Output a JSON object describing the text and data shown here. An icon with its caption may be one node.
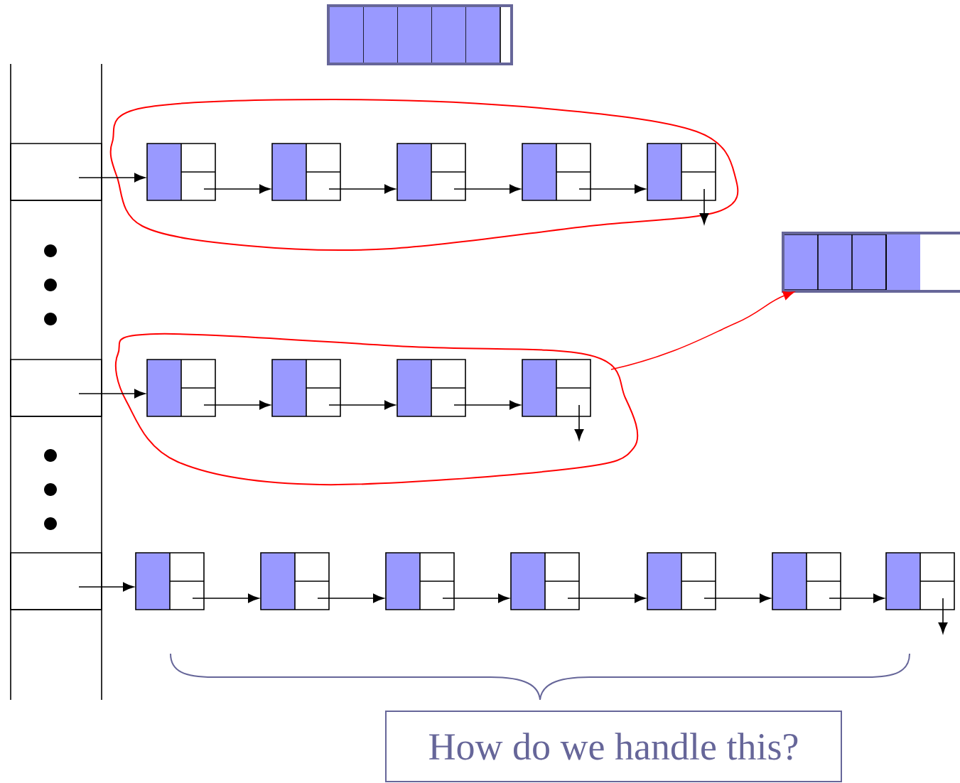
{
  "diagram": {
    "nodes": [
      {
        "text": [],
        "shape": "bar"
      },
      {
        "text": [],
        "shape": "box"
      },
      {
        "text": [],
        "shape": "box"
      },
      {
        "text": [],
        "shape": "box"
      },
      {
        "text": [],
        "shape": "box"
      },
      {
        "text": [],
        "shape": "box"
      },
      {
        "text": [],
        "shape": "box"
      },
      {
        "text": [],
        "shape": "bar"
      },
      {
        "text": [],
        "shape": "box"
      },
      {
        "text": [],
        "shape": "box"
      },
      {
        "text": [],
        "shape": "box"
      },
      {
        "text": [],
        "shape": "box"
      },
      {
        "text": [],
        "shape": "box"
      },
      {
        "text": [],
        "shape": "box"
      },
      {
        "text": [],
        "shape": "box"
      },
      {
        "text": [],
        "shape": "box"
      },
      {
        "text": [],
        "shape": "box"
      },
      {
        "text": [],
        "shape": "box"
      },
      {
        "text": [],
        "shape": "box"
      },
      {
        "text": [],
        "shape": "box"
      },
      {
        "text": [],
        "shape": "box"
      },
      {
        "text": [
          "How do we handle this?"
        ]
      }
    ],
    "edges": [
      {
        "from": 1,
        "to": 2,
        "arrow": "to"
      },
      {
        "from": 2,
        "to": 3,
        "arrow": "to"
      },
      {
        "from": 3,
        "to": 4,
        "arrow": "to"
      },
      {
        "from": 4,
        "to": 5,
        "arrow": "to"
      },
      {
        "from": 5,
        "to": 6,
        "arrow": "to"
      },
      {
        "from": 6,
        "to": null,
        "arrow": "to"
      },
      {
        "from": null,
        "to": 7,
        "arrow": "to",
        "color": "#ff0000"
      },
      {
        "from": 8,
        "to": 9,
        "arrow": "to"
      },
      {
        "from": 9,
        "to": 10,
        "arrow": "to"
      },
      {
        "from": 10,
        "to": 11,
        "arrow": "to"
      },
      {
        "from": 11,
        "to": 12,
        "arrow": "to"
      },
      {
        "from": 12,
        "to": null,
        "arrow": "to"
      },
      {
        "from": 13,
        "to": 14,
        "arrow": "to"
      },
      {
        "from": 14,
        "to": 15,
        "arrow": "to"
      },
      {
        "from": 15,
        "to": 16,
        "arrow": "to"
      },
      {
        "from": 16,
        "to": 17,
        "arrow": "to"
      },
      {
        "from": 17,
        "to": 18,
        "arrow": "to"
      },
      {
        "from": 18,
        "to": 19,
        "arrow": "to"
      },
      {
        "from": 19,
        "to": 20,
        "arrow": "to"
      },
      {
        "from": 20,
        "to": null,
        "arrow": "to"
      }
    ]
  }
}
